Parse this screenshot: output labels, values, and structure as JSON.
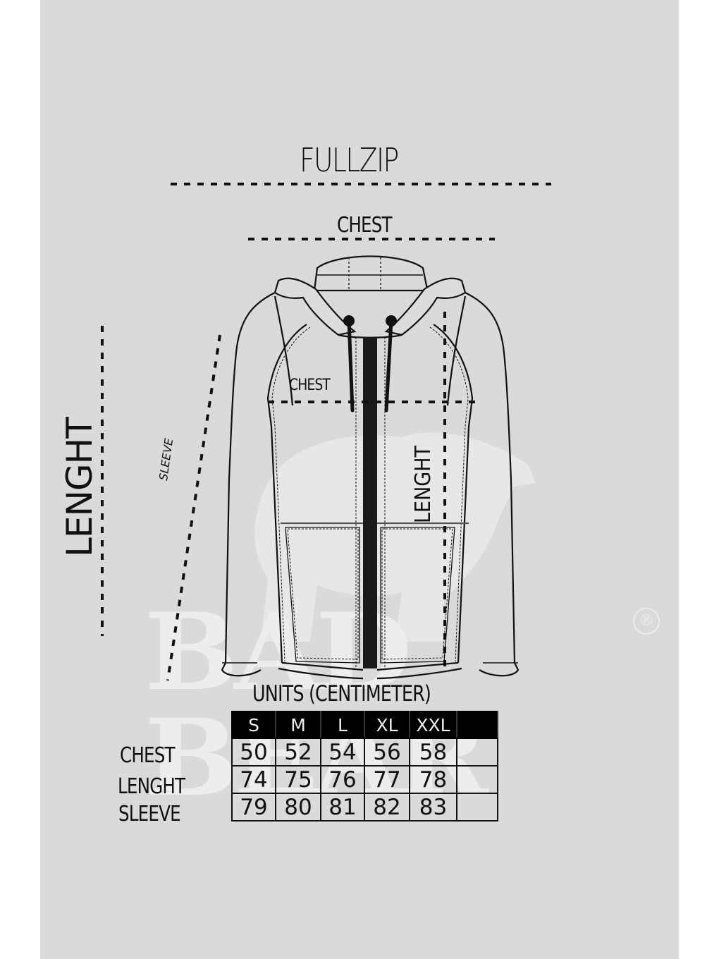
{
  "page": {
    "background": "#d9dad9",
    "margin_color": "#ffffff"
  },
  "diagram": {
    "title": "FULLZIP",
    "labels": {
      "chest_top": "CHEST",
      "chest_inner": "CHEST",
      "length_left": "LENGHT",
      "length_inner": "LENGHT",
      "sleeve": "SLEEVE"
    },
    "garment_icon": "hoodie-fullzip-outline",
    "watermark": {
      "text": "BAD BEAR",
      "mark": "®",
      "icon": "bear-silhouette"
    }
  },
  "size_table": {
    "caption": "UNITS (CENTIMETER)",
    "columns": [
      "S",
      "M",
      "L",
      "XL",
      "XXL",
      ""
    ],
    "rows": [
      {
        "label": "CHEST",
        "values": [
          "50",
          "52",
          "54",
          "56",
          "58",
          ""
        ]
      },
      {
        "label": "LENGHT",
        "values": [
          "74",
          "75",
          "76",
          "77",
          "78",
          ""
        ]
      },
      {
        "label": "SLEEVE",
        "values": [
          "79",
          "80",
          "81",
          "82",
          "83",
          ""
        ]
      }
    ]
  }
}
